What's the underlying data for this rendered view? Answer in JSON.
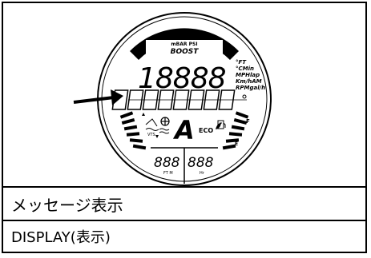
{
  "figure": {
    "boost_units": "mBAR PSI",
    "boost_label": "BOOST",
    "main_digits": "18888",
    "units": [
      "°FT",
      "°CMin",
      "MPHlap",
      "Km/hAM",
      "RPMgal/h"
    ],
    "message_segments": 8,
    "gear_char": "A",
    "eco_label": "ECO",
    "vts_label": "VTS",
    "left_lower_digits": "888",
    "right_lower_digits": "888",
    "left_lower_unit": "FT M",
    "right_lower_unit": "Hr",
    "f_label": "F",
    "e_label": "E"
  },
  "table": {
    "caption_japanese": "メッセージ表示",
    "caption_english": "DISPLAY(表示)"
  }
}
